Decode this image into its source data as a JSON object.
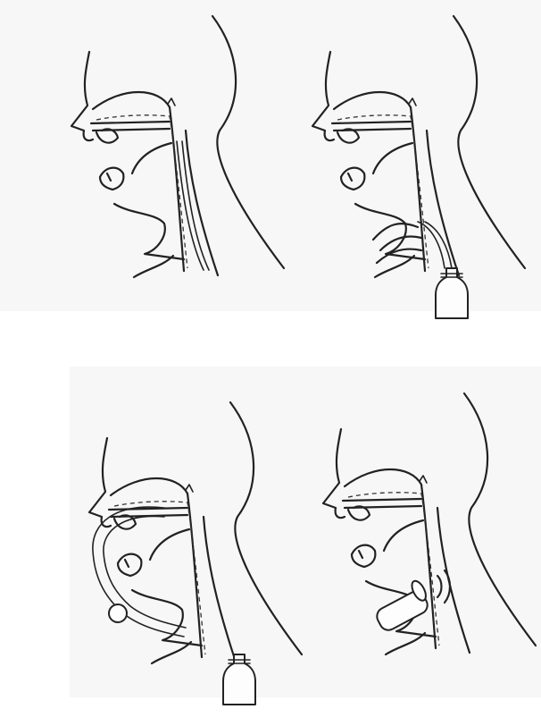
{
  "figure": {
    "panels": [
      {
        "id": "panel-1",
        "position": "top-left",
        "device": "none",
        "icon": "airway-tube"
      },
      {
        "id": "panel-2",
        "position": "top-right",
        "device": "bottle",
        "icon": "bottle-icon"
      },
      {
        "id": "panel-3",
        "position": "bottom-left",
        "device": "bottle",
        "icon": "bottle-icon"
      },
      {
        "id": "panel-4",
        "position": "bottom-right",
        "device": "electrolarynx",
        "icon": "electrolarynx-icon"
      }
    ],
    "colors": {
      "ink": "#222222",
      "background": "#f7f7f7",
      "page": "#ffffff"
    }
  }
}
